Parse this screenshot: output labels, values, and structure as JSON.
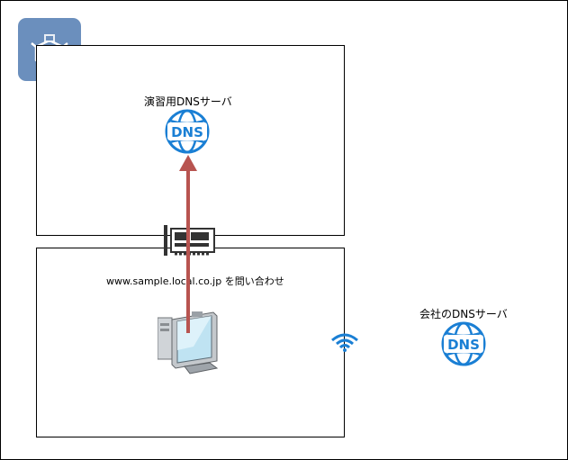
{
  "diagram": {
    "vm_dns_server": {
      "label": "演習用DNSサーバ",
      "icon": "dns-globe-icon",
      "icon_text": "DNS"
    },
    "query_label": "www.sample.local.co.jp を問い合わせ",
    "corporate_dns_server": {
      "label": "会社のDNSサーバ",
      "icon": "dns-globe-icon",
      "icon_text": "DNS"
    },
    "host_pc": {
      "icon": "computer-monitor-icon"
    },
    "network_card": {
      "icon": "network-interface-card-icon"
    },
    "wifi": {
      "icon": "wifi-icon"
    },
    "virtualbox": {
      "icon": "virtualbox-logo-icon"
    },
    "colors": {
      "arrow": "#b85450",
      "dns_blue": "#1a7fd4",
      "virtualbox_bg": "#6b8fbd"
    }
  }
}
